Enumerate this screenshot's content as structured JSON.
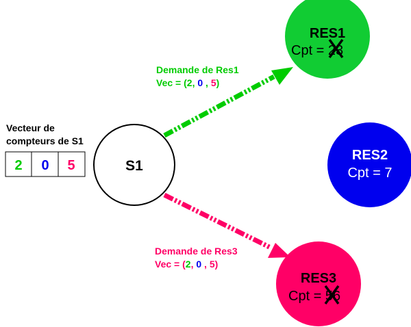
{
  "colors": {
    "green": "#00cc00",
    "res1_fill": "#11cc33",
    "blue": "#0000ee",
    "res2_fill": "#0000ee",
    "pink": "#ff0066",
    "res3_fill": "#ff0066",
    "black": "#000000"
  },
  "vector_panel": {
    "title_line1": "Vecteur de",
    "title_line2": "compteurs de S1",
    "cells": [
      {
        "value": "2",
        "color": "#00cc00"
      },
      {
        "value": "0",
        "color": "#0000ee"
      },
      {
        "value": "5",
        "color": "#ff0066"
      }
    ]
  },
  "s1": {
    "label": "S1"
  },
  "res1": {
    "name": "RES1",
    "cpt_prefix": "Cpt = ",
    "old_value": "2",
    "new_value": "3"
  },
  "res2": {
    "name": "RES2",
    "cpt_text": "Cpt = 7"
  },
  "res3": {
    "name": "RES3",
    "cpt_prefix": "Cpt = ",
    "old_value": "5",
    "new_value": "6"
  },
  "request_res1": {
    "title": "Demande de Res1",
    "vec_prefix": "Vec = (",
    "v1": "2",
    "sep1": ", ",
    "v2": "0",
    "sep2": " , ",
    "v3": "5",
    "suffix": ")"
  },
  "request_res3": {
    "title": "Demande de Res3",
    "vec_prefix": "Vec = (",
    "v1": "2",
    "sep1": ", ",
    "v2": "0",
    "sep2": " , ",
    "v3": "5",
    "suffix": ")"
  }
}
